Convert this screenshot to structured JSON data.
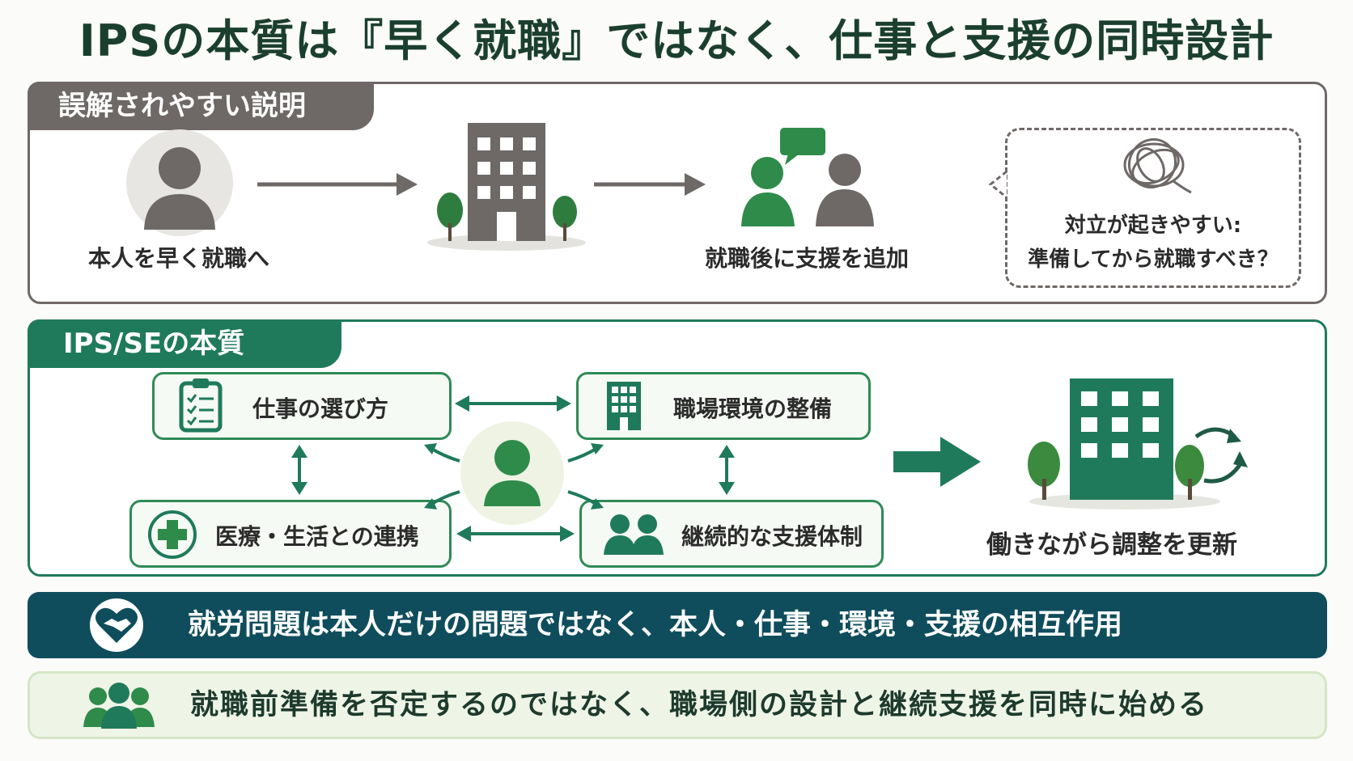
{
  "title": "IPSの本質は『早く就職』ではなく、仕事と支援の同時設計",
  "misconception": {
    "tab": "誤解されやすい説明",
    "step1": "本人を早く就職へ",
    "step3": "就職後に支援を追加",
    "bubble_line1": "対立が起きやすい:",
    "bubble_line2": "準備してから就職すべき？"
  },
  "essence": {
    "tab": "IPS/SEの本質",
    "box_job": "仕事の選び方",
    "box_workplace": "職場環境の整備",
    "box_medical": "医療・生活との連携",
    "box_support": "継続的な支援体制",
    "result": "働きながら調整を更新"
  },
  "banner_main": "就労問題は本人だけの問題ではなく、本人・仕事・環境・支援の相互作用",
  "banner_sub": "就職前準備を否定するのではなく、職場側の設計と継続支援を同時に始める",
  "colors": {
    "gray": "#6e6866",
    "green": "#1f7a5c",
    "light_green": "#2f8a57",
    "teal_banner": "#0f4d5c",
    "pale_green": "#eef5e6"
  }
}
